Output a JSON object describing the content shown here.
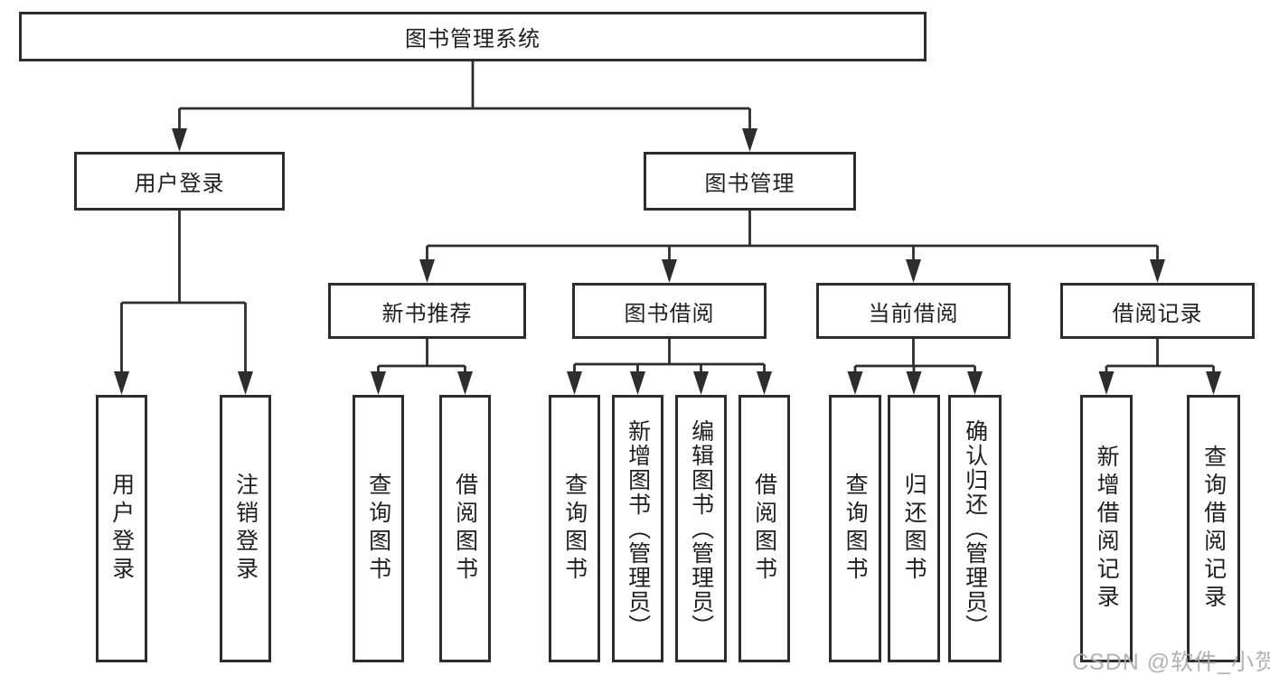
{
  "diagram": {
    "root": {
      "label": "图书管理系统"
    },
    "branches": [
      {
        "label": "用户登录",
        "children": [
          {
            "label": "用户登录"
          },
          {
            "label": "注销登录"
          }
        ]
      },
      {
        "label": "图书管理",
        "children": [
          {
            "label": "新书推荐",
            "children": [
              {
                "label": "查询图书"
              },
              {
                "label": "借阅图书"
              }
            ]
          },
          {
            "label": "图书借阅",
            "children": [
              {
                "label": "查询图书"
              },
              {
                "label": "新增图书（管理员）"
              },
              {
                "label": "编辑图书（管理员）"
              },
              {
                "label": "借阅图书"
              }
            ]
          },
          {
            "label": "当前借阅",
            "children": [
              {
                "label": "查询图书"
              },
              {
                "label": "归还图书"
              },
              {
                "label": "确认归还（管理员）"
              }
            ]
          },
          {
            "label": "借阅记录",
            "children": [
              {
                "label": "新增借阅记录"
              },
              {
                "label": "查询借阅记录"
              }
            ]
          }
        ]
      }
    ]
  },
  "watermark": {
    "text": "CSDN @软件_小贺同学"
  },
  "colors": {
    "line": "#2d2d2d",
    "text": "#1f1f1f",
    "watermark": "#a8a8a8",
    "background": "#ffffff"
  }
}
